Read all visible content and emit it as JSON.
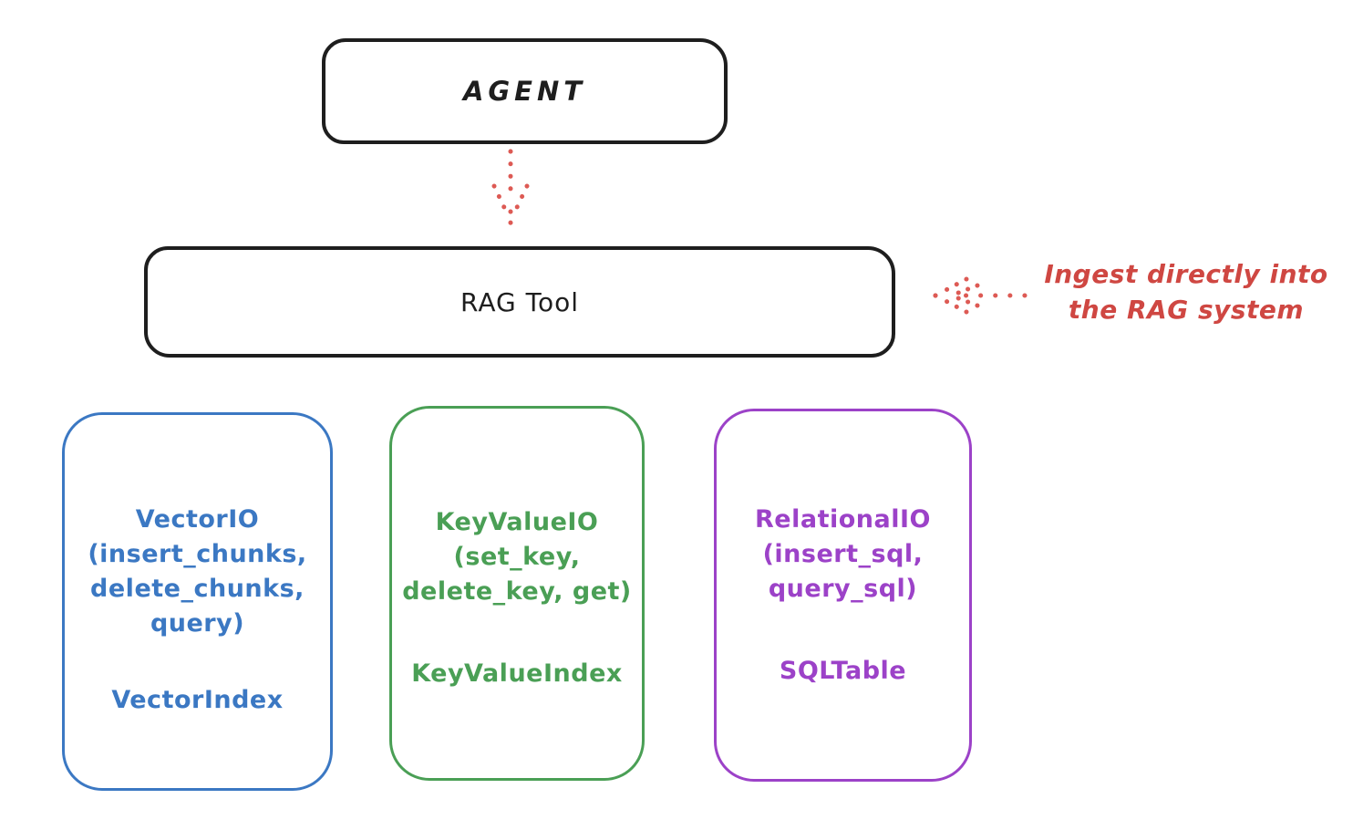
{
  "nodes": {
    "agent": "AGENT",
    "rag_tool": "RAG Tool"
  },
  "annotation": {
    "line1": "Ingest directly into",
    "line2": "the RAG system"
  },
  "cards": [
    {
      "id": "vector-io",
      "title_lines": [
        "VectorIO",
        "(insert_chunks,",
        "delete_chunks,",
        "query)"
      ],
      "index_label": "VectorIndex",
      "color": "#3b78c3"
    },
    {
      "id": "keyvalue-io",
      "title_lines": [
        "KeyValueIO",
        "(set_key,",
        "delete_key, get)"
      ],
      "index_label": "KeyValueIndex",
      "color": "#4a9f55"
    },
    {
      "id": "relational-io",
      "title_lines": [
        "RelationalIO",
        "(insert_sql,",
        "query_sql)"
      ],
      "index_label": "SQLTable",
      "color": "#9c42c8"
    }
  ],
  "colors": {
    "ink": "#1e1e1e",
    "arrow_red": "#dd5a54",
    "annotation_red": "#cf4742",
    "blue": "#3b78c3",
    "green": "#4a9f55",
    "purple": "#9c42c8",
    "background": "#ffffff"
  }
}
